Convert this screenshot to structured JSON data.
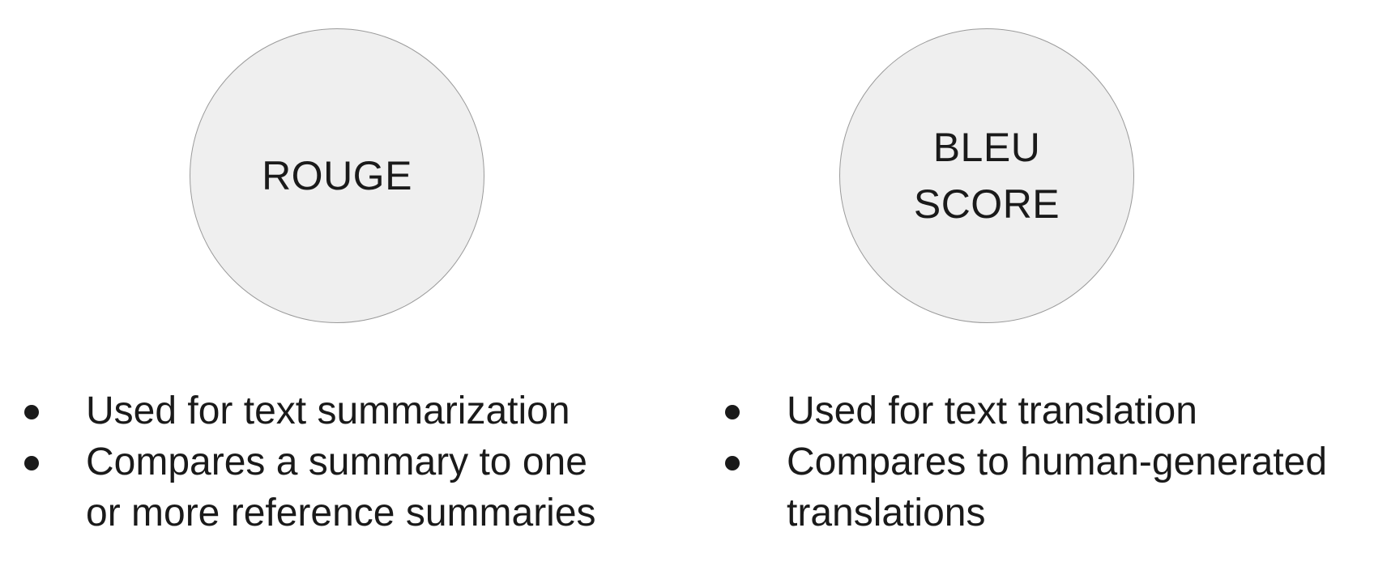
{
  "rouge": {
    "circle_label": "ROUGE",
    "bullets": [
      "Used for text summarization",
      "Compares a summary to one\nor more reference summaries"
    ]
  },
  "bleu": {
    "circle_label": "BLEU\nSCORE",
    "bullets": [
      "Used for text translation",
      "Compares to human-generated\ntranslations"
    ]
  },
  "colors": {
    "circle_fill": "#efefef",
    "circle_border": "#9a9a9a",
    "text": "#1a1a1a"
  }
}
